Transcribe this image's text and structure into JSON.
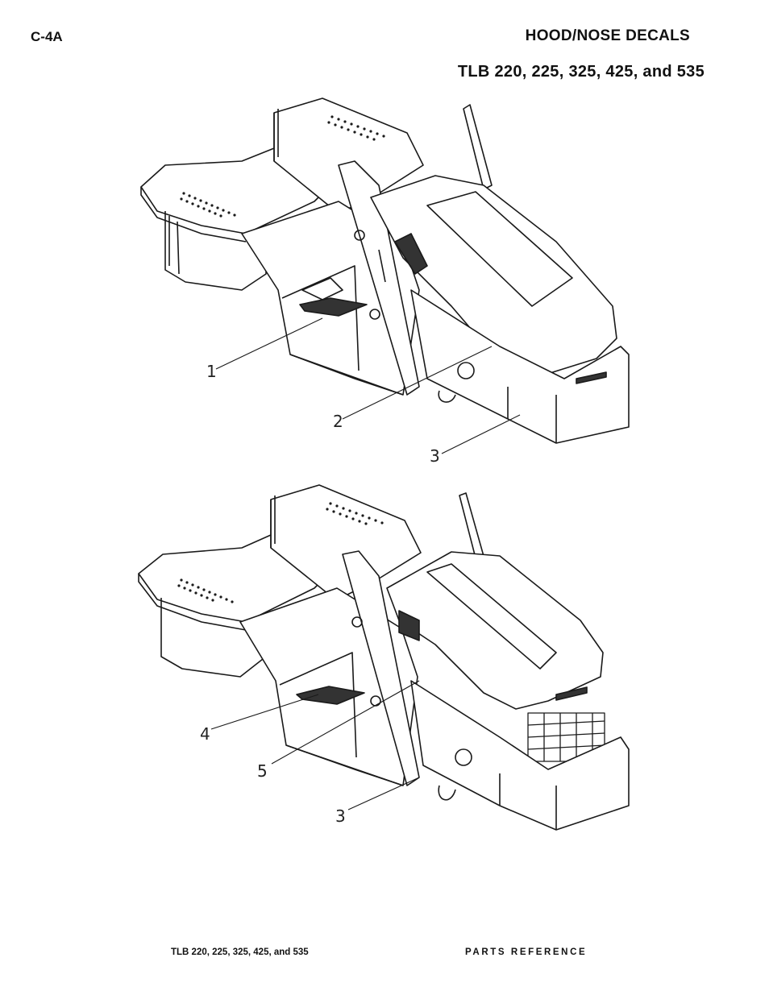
{
  "header": {
    "page_code": "C-4A",
    "title": "HOOD/NOSE DECALS",
    "subtitle": "TLB 220, 225, 325, 425, and 535"
  },
  "figures": [
    {
      "callouts": [
        "1",
        "2",
        "3"
      ]
    },
    {
      "callouts": [
        "4",
        "5",
        "3"
      ]
    }
  ],
  "footer": {
    "left": "TLB 220, 225, 325, 425, and 535",
    "right": "PARTS REFERENCE"
  }
}
